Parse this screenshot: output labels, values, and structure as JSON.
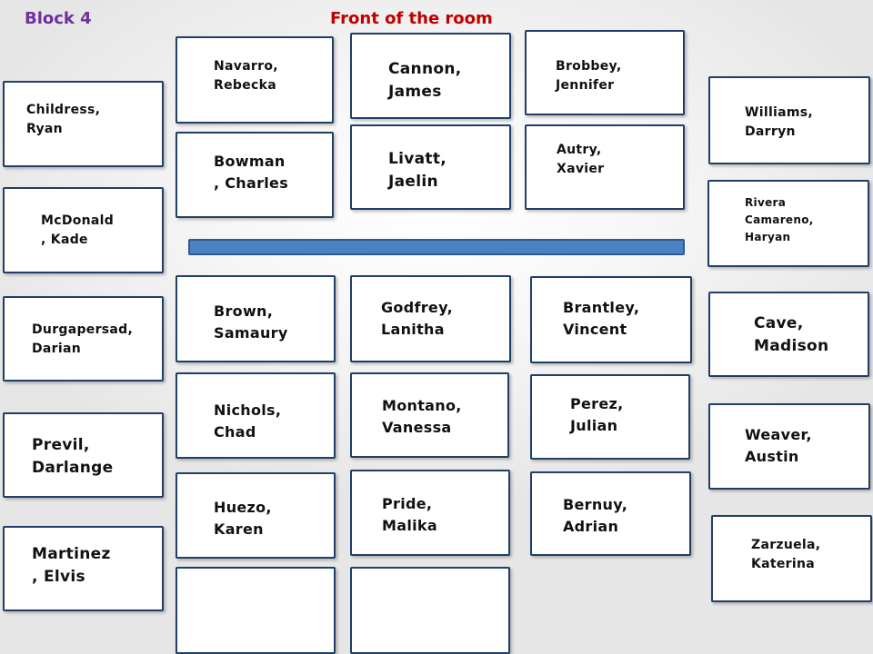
{
  "header": {
    "block": "Block 4",
    "front": "Front of the room"
  },
  "seats": {
    "childress": "Childress,\nRyan",
    "mcdonald": "McDonald\n, Kade",
    "durgapersad": "Durgapersad,\nDarian",
    "previl": "Previl,\nDarlange",
    "martinez": "Martinez\n, Elvis",
    "navarro": "Navarro,\nRebecka",
    "bowman": "Bowman\n, Charles",
    "brown": "Brown,\nSamaury",
    "nichols": "Nichols,\nChad",
    "huezo": "Huezo,\nKaren",
    "empty_1": "",
    "cannon": "Cannon,\nJames",
    "livatt": "Livatt,\nJaelin",
    "godfrey": "Godfrey,\nLanitha",
    "montano": "Montano,\nVanessa",
    "pride": "Pride,\nMalika",
    "empty_2": "",
    "brobbey": "Brobbey,\nJennifer",
    "autry": "Autry,\nXavier",
    "brantley": "Brantley,\nVincent",
    "perez": "Perez,\nJulian",
    "bernuy": "Bernuy,\nAdrian",
    "williams": "Williams,\nDarryn",
    "rivera": "Rivera\nCamareno,\nHaryan",
    "cave": "Cave,\nMadison",
    "weaver": "Weaver,\nAustin",
    "zarzuela": "Zarzuela,\nKaterina"
  },
  "colors": {
    "block_title": "#7030a0",
    "front_title": "#c00000",
    "desk_border": "#1f3f66",
    "front_bar": "#4b82c4"
  }
}
